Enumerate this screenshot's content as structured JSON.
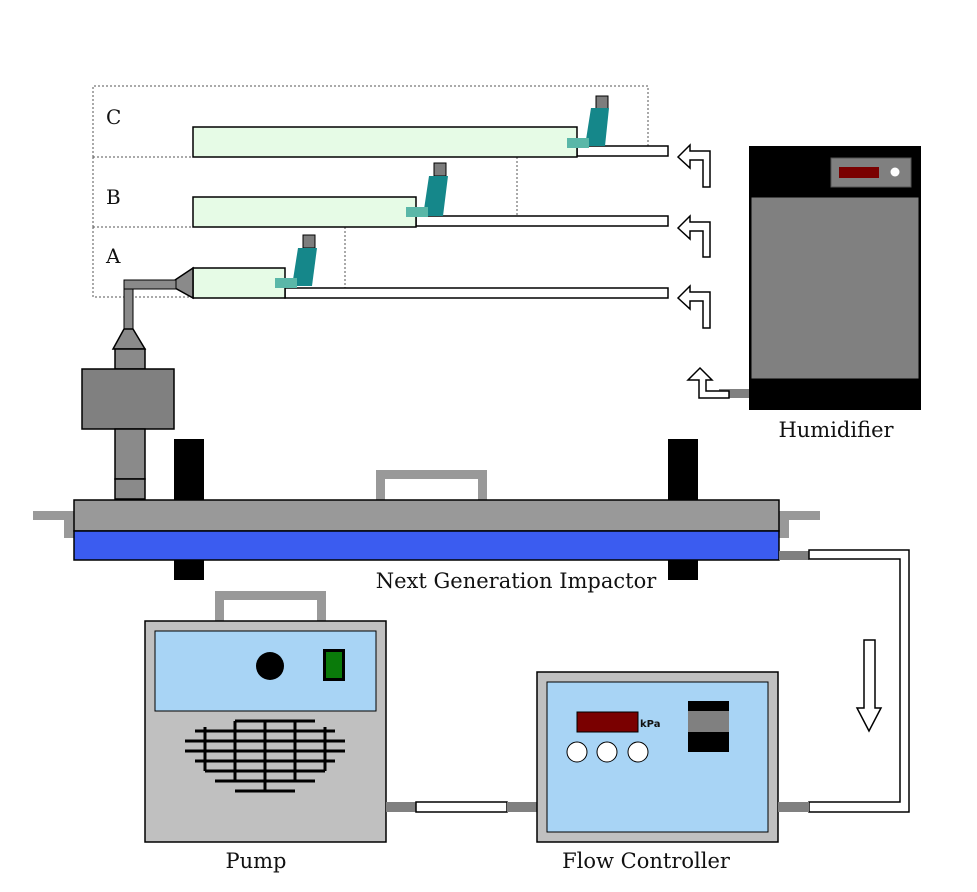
{
  "labels": {
    "config_c": "C",
    "config_b": "B",
    "config_a": "A",
    "humidifier": "Humidifier",
    "impactor": "Next Generation Impactor",
    "pump": "Pump",
    "flow_controller": "Flow Controller",
    "pressure_unit": "kPa"
  },
  "colors": {
    "spacer_fill": "#e6fbe6",
    "inhaler_body": "#15878a",
    "impactor_base": "#3b5cf0",
    "impactor_top": "#999999",
    "device_gray": "#808080",
    "panel_blue": "#a8d4f5",
    "display_red": "#7a0000",
    "switch_green": "#0a7a0a"
  },
  "icons": {
    "airflow_arrow": "hollow-arrow-icon",
    "inhaler": "inhaler-icon",
    "pump_knob": "knob-icon",
    "pump_switch": "power-switch-icon",
    "pump_grille": "vent-grille-icon"
  }
}
